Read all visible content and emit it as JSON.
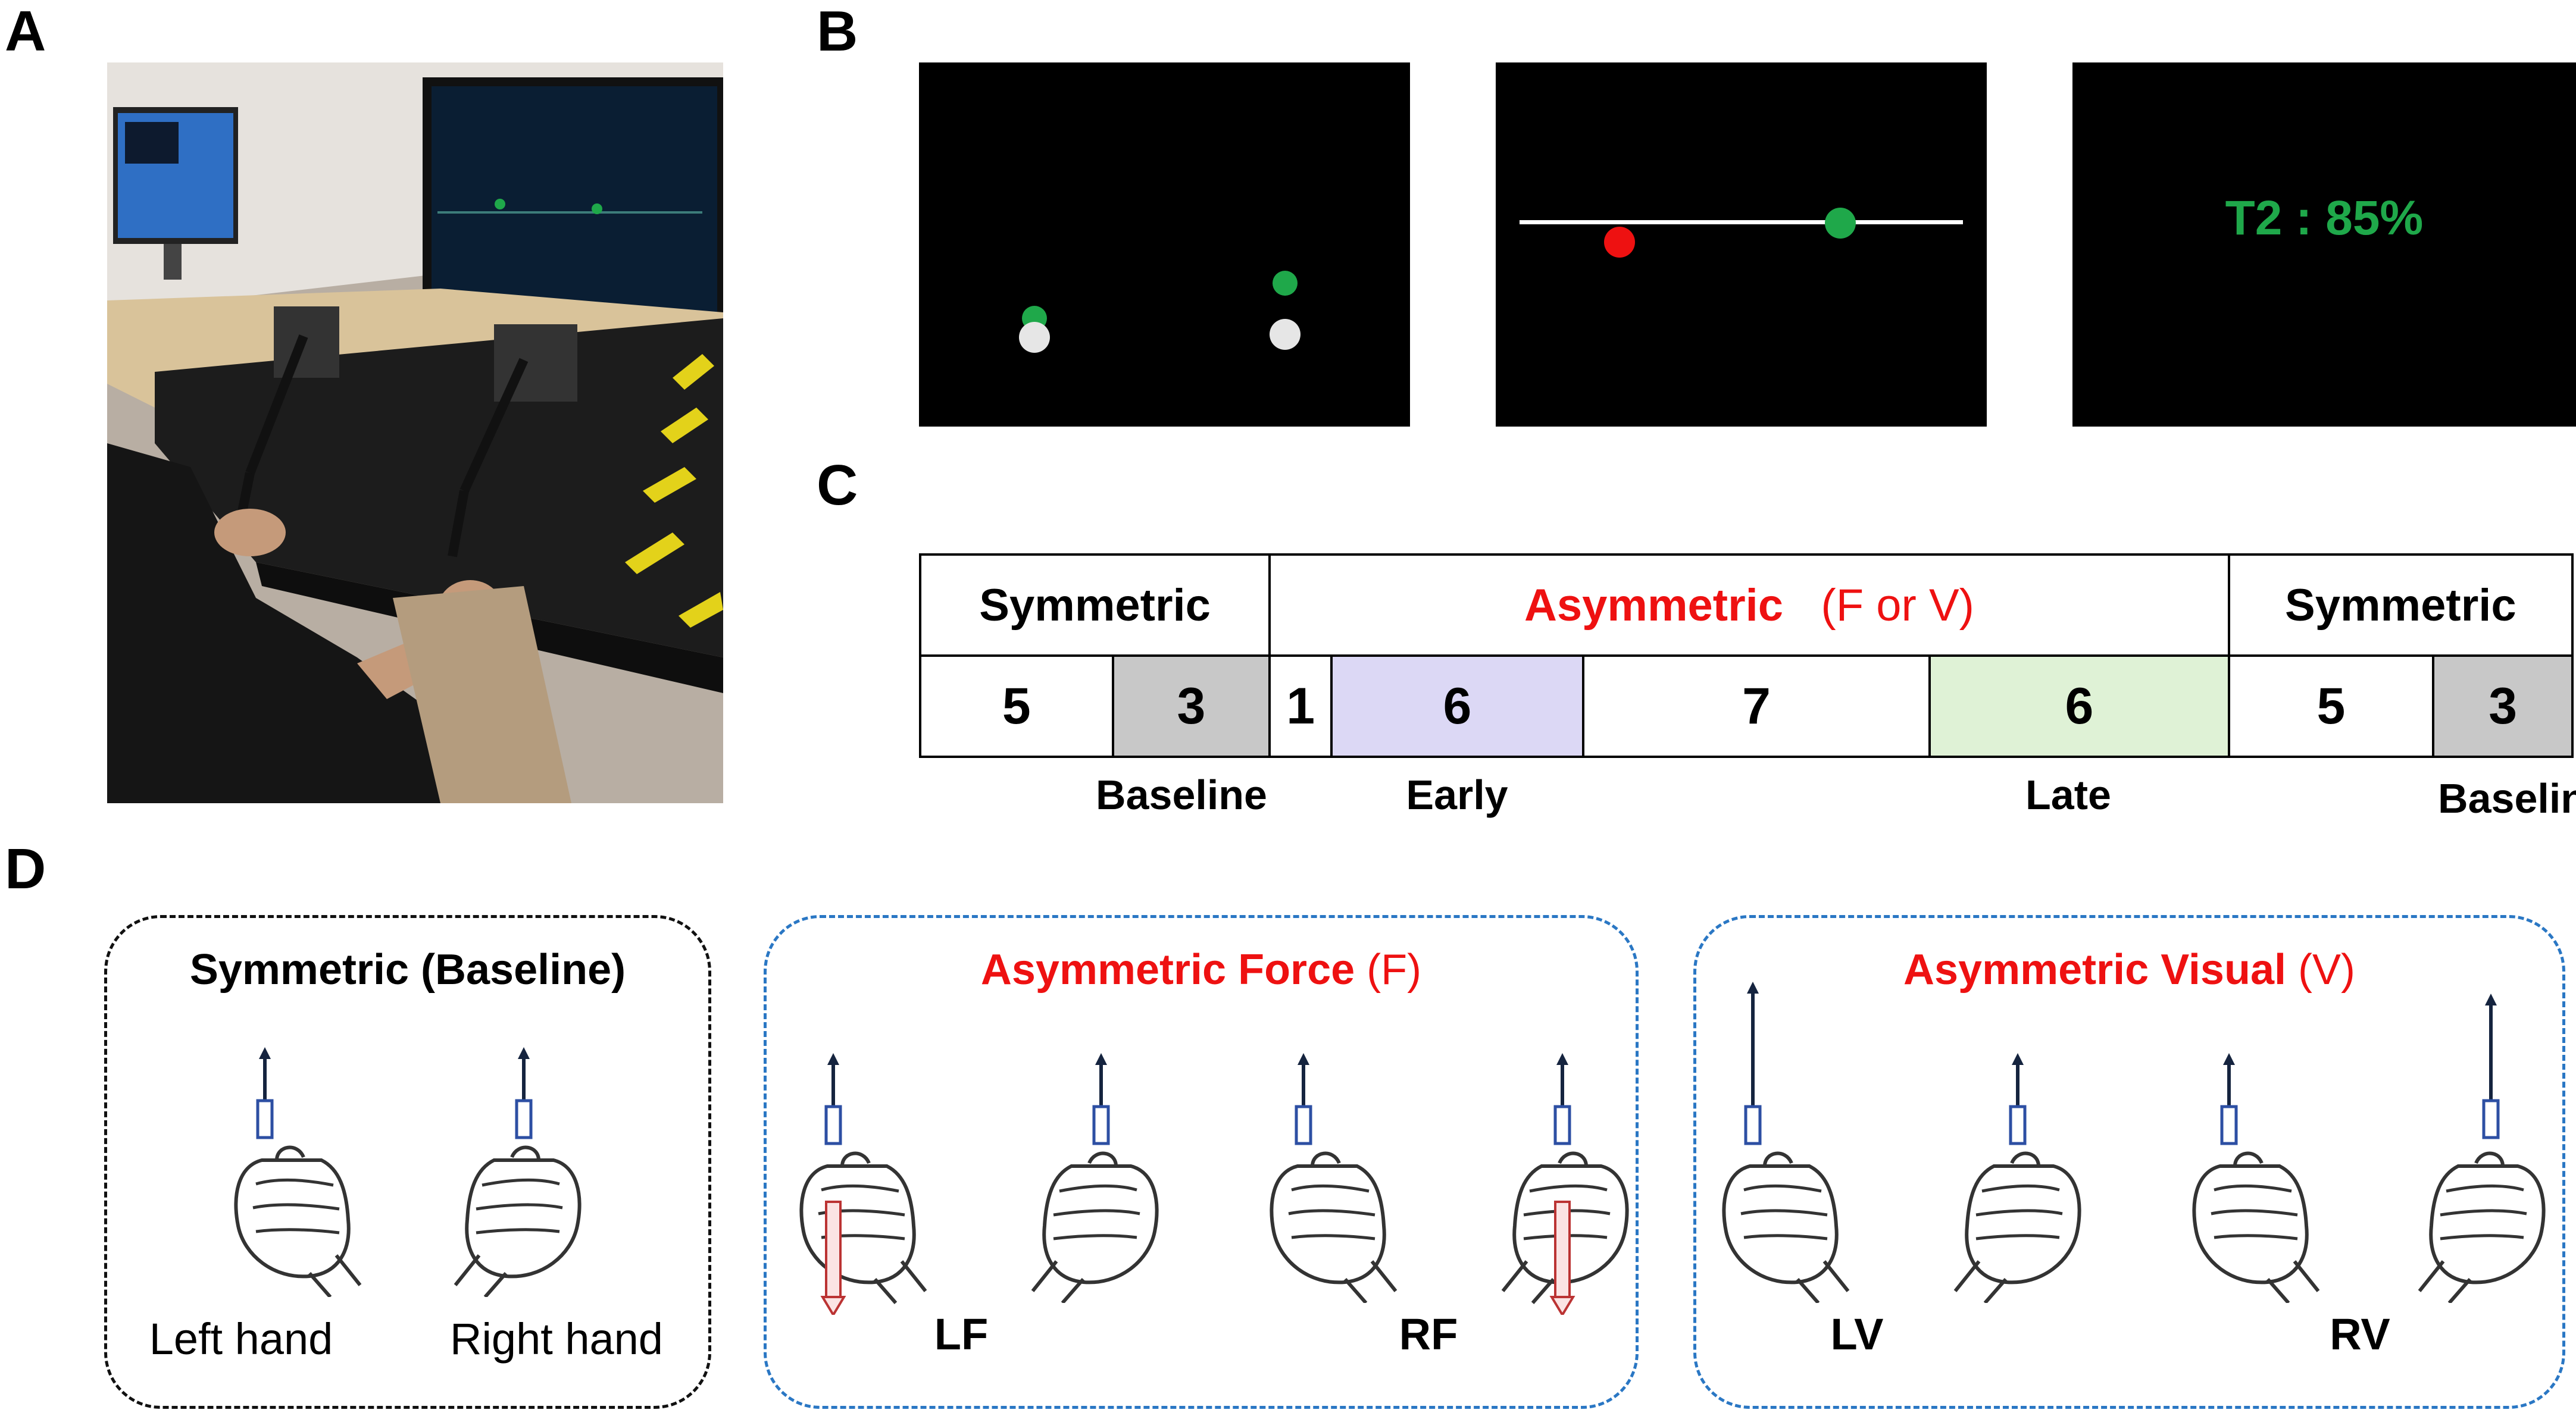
{
  "panels": {
    "a": "A",
    "b": "B",
    "c": "C",
    "d": "D"
  },
  "screens": {
    "percentage_text": "T2 : 85%"
  },
  "timeline": {
    "headers": [
      {
        "label": "Symmetric"
      },
      {
        "label": "Asymmetric",
        "suffix": "(F or V)"
      },
      {
        "label": "Symmetric"
      }
    ],
    "blocks": [
      "5",
      "3",
      "1",
      "6",
      "7",
      "6",
      "5",
      "3"
    ],
    "sublabels": [
      "Baseline",
      "Early",
      "Late",
      "Baseline"
    ]
  },
  "conditions": {
    "symmetric": {
      "title": "Symmetric (Baseline)",
      "left_label": "Left hand",
      "right_label": "Right hand"
    },
    "force": {
      "title_main": "Asymmetric Force",
      "title_suffix": "(F)",
      "left_label": "LF",
      "right_label": "RF"
    },
    "visual": {
      "title_main": "Asymmetric Visual",
      "title_suffix": "(V)",
      "left_label": "LV",
      "right_label": "RV"
    }
  },
  "colors": {
    "green": "#1fa84a",
    "red": "#ee1111",
    "gray_block": "#c8c8c8",
    "lavender_block": "#dcd8f5",
    "light_green_block": "#dff2d6",
    "blue_dash": "#2a77c4"
  }
}
